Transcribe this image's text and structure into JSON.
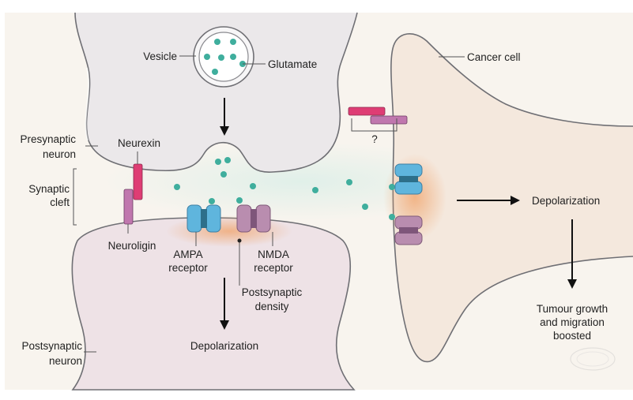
{
  "labels": {
    "vesicle": "Vesicle",
    "glutamate": "Glutamate",
    "cancer_cell": "Cancer cell",
    "presynaptic_1": "Presynaptic",
    "presynaptic_2": "neuron",
    "neurexin": "Neurexin",
    "synaptic_1": "Synaptic",
    "synaptic_2": "cleft",
    "question": "?",
    "depolarization_cancer": "Depolarization",
    "neuroligin": "Neuroligin",
    "ampa_1": "AMPA",
    "ampa_2": "receptor",
    "nmda_1": "NMDA",
    "nmda_2": "receptor",
    "psd_1": "Postsynaptic",
    "psd_2": "density",
    "tumour_1": "Tumour growth",
    "tumour_2": "and migration",
    "tumour_3": "boosted",
    "depolarization_post": "Depolarization",
    "postsynaptic_1": "Postsynaptic",
    "postsynaptic_2": "neuron"
  },
  "colors": {
    "background": "#f8f4ee",
    "neuron_fill": "#ebe8ea",
    "postsynaptic_fill": "#eee2e6",
    "cancer_fill": "#f4e8dd",
    "outline": "#6f6f74",
    "glutamate": "#3fae9d",
    "ampa": "#5fb5dd",
    "nmda": "#b98daf",
    "neurexin": "#de3d74",
    "neuroligin": "#c077ae",
    "glow": "#f0a36a"
  }
}
